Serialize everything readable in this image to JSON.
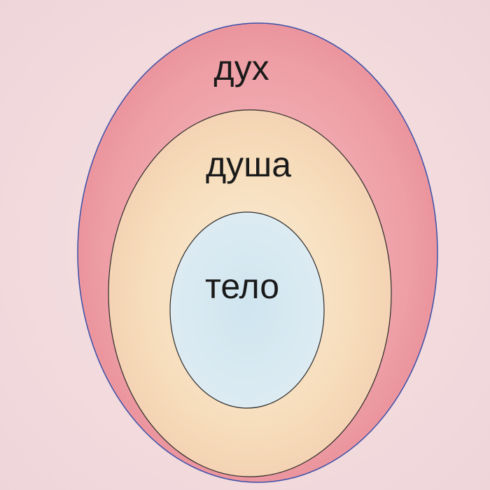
{
  "diagram": {
    "type": "nested-ellipses",
    "layers": [
      {
        "id": "outer",
        "label": "дух",
        "fill": "#ee9fa6",
        "stroke": "#3a4fa8"
      },
      {
        "id": "middle",
        "label": "душа",
        "fill": "#f6dcba",
        "stroke": "#2a2a2a"
      },
      {
        "id": "inner",
        "label": "тело",
        "fill": "#d6e6f0",
        "stroke": "#2a2a2a"
      }
    ],
    "background": "#f3dde1"
  }
}
